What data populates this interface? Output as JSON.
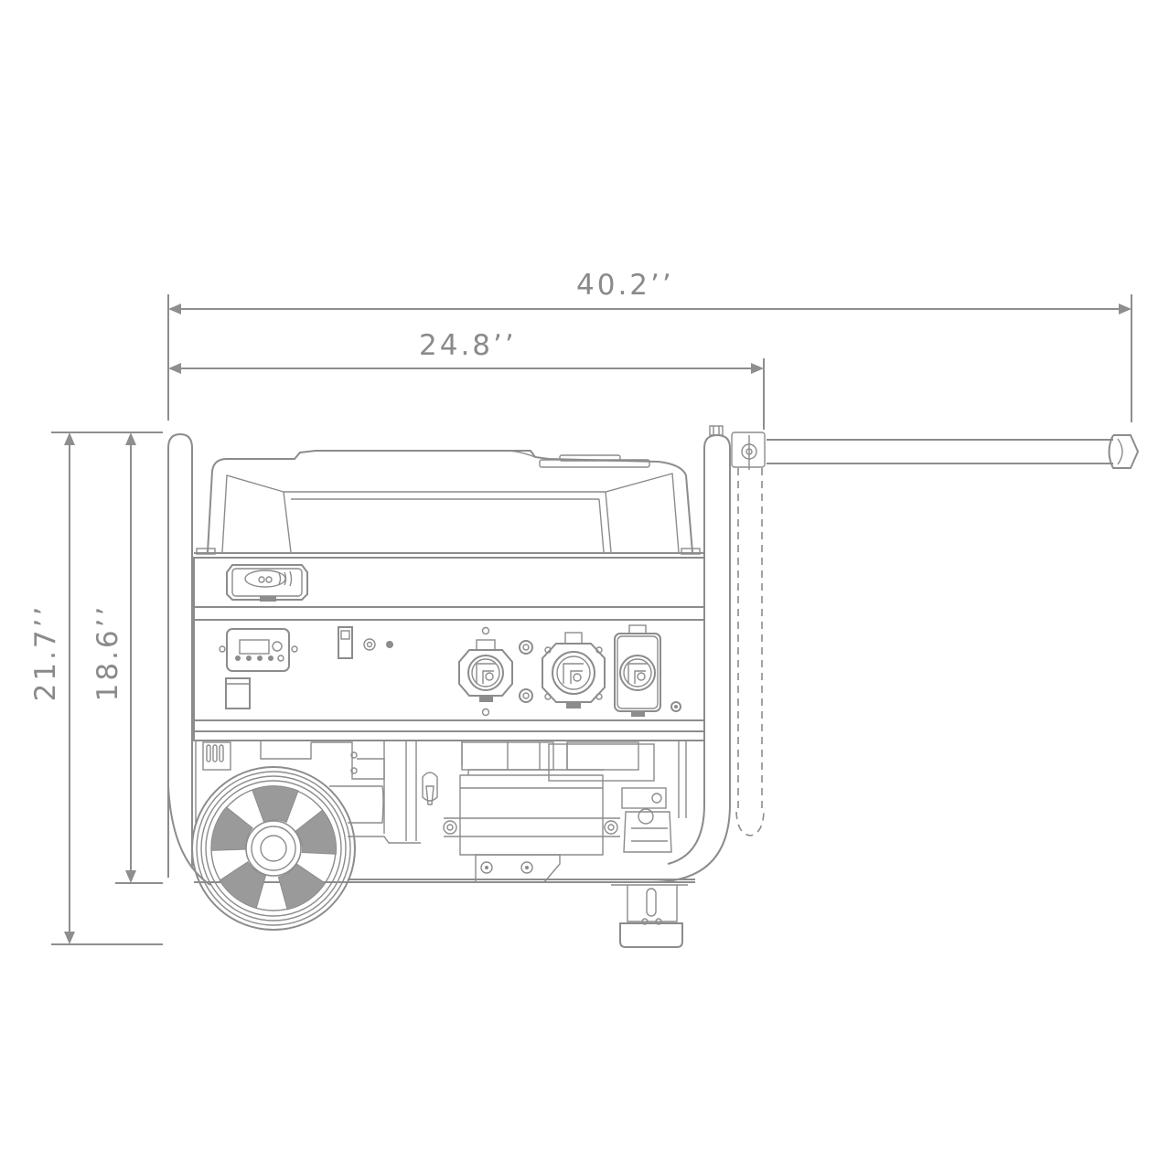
{
  "diagram": {
    "subject": "Portable generator side view with dimensions",
    "line_color": "#8c8c8c",
    "background": "#ffffff",
    "dimensions": {
      "overall_length": "40.2’’",
      "frame_length": "24.8’’",
      "overall_height": "21.7’’",
      "frame_height": "18.6’’"
    },
    "components": [
      "fuel-tank",
      "frame",
      "remote-start-module",
      "control-panel",
      "digital-meter",
      "power-switch",
      "outlets",
      "wheel",
      "support-leg",
      "folding-handle",
      "battery-box"
    ]
  }
}
